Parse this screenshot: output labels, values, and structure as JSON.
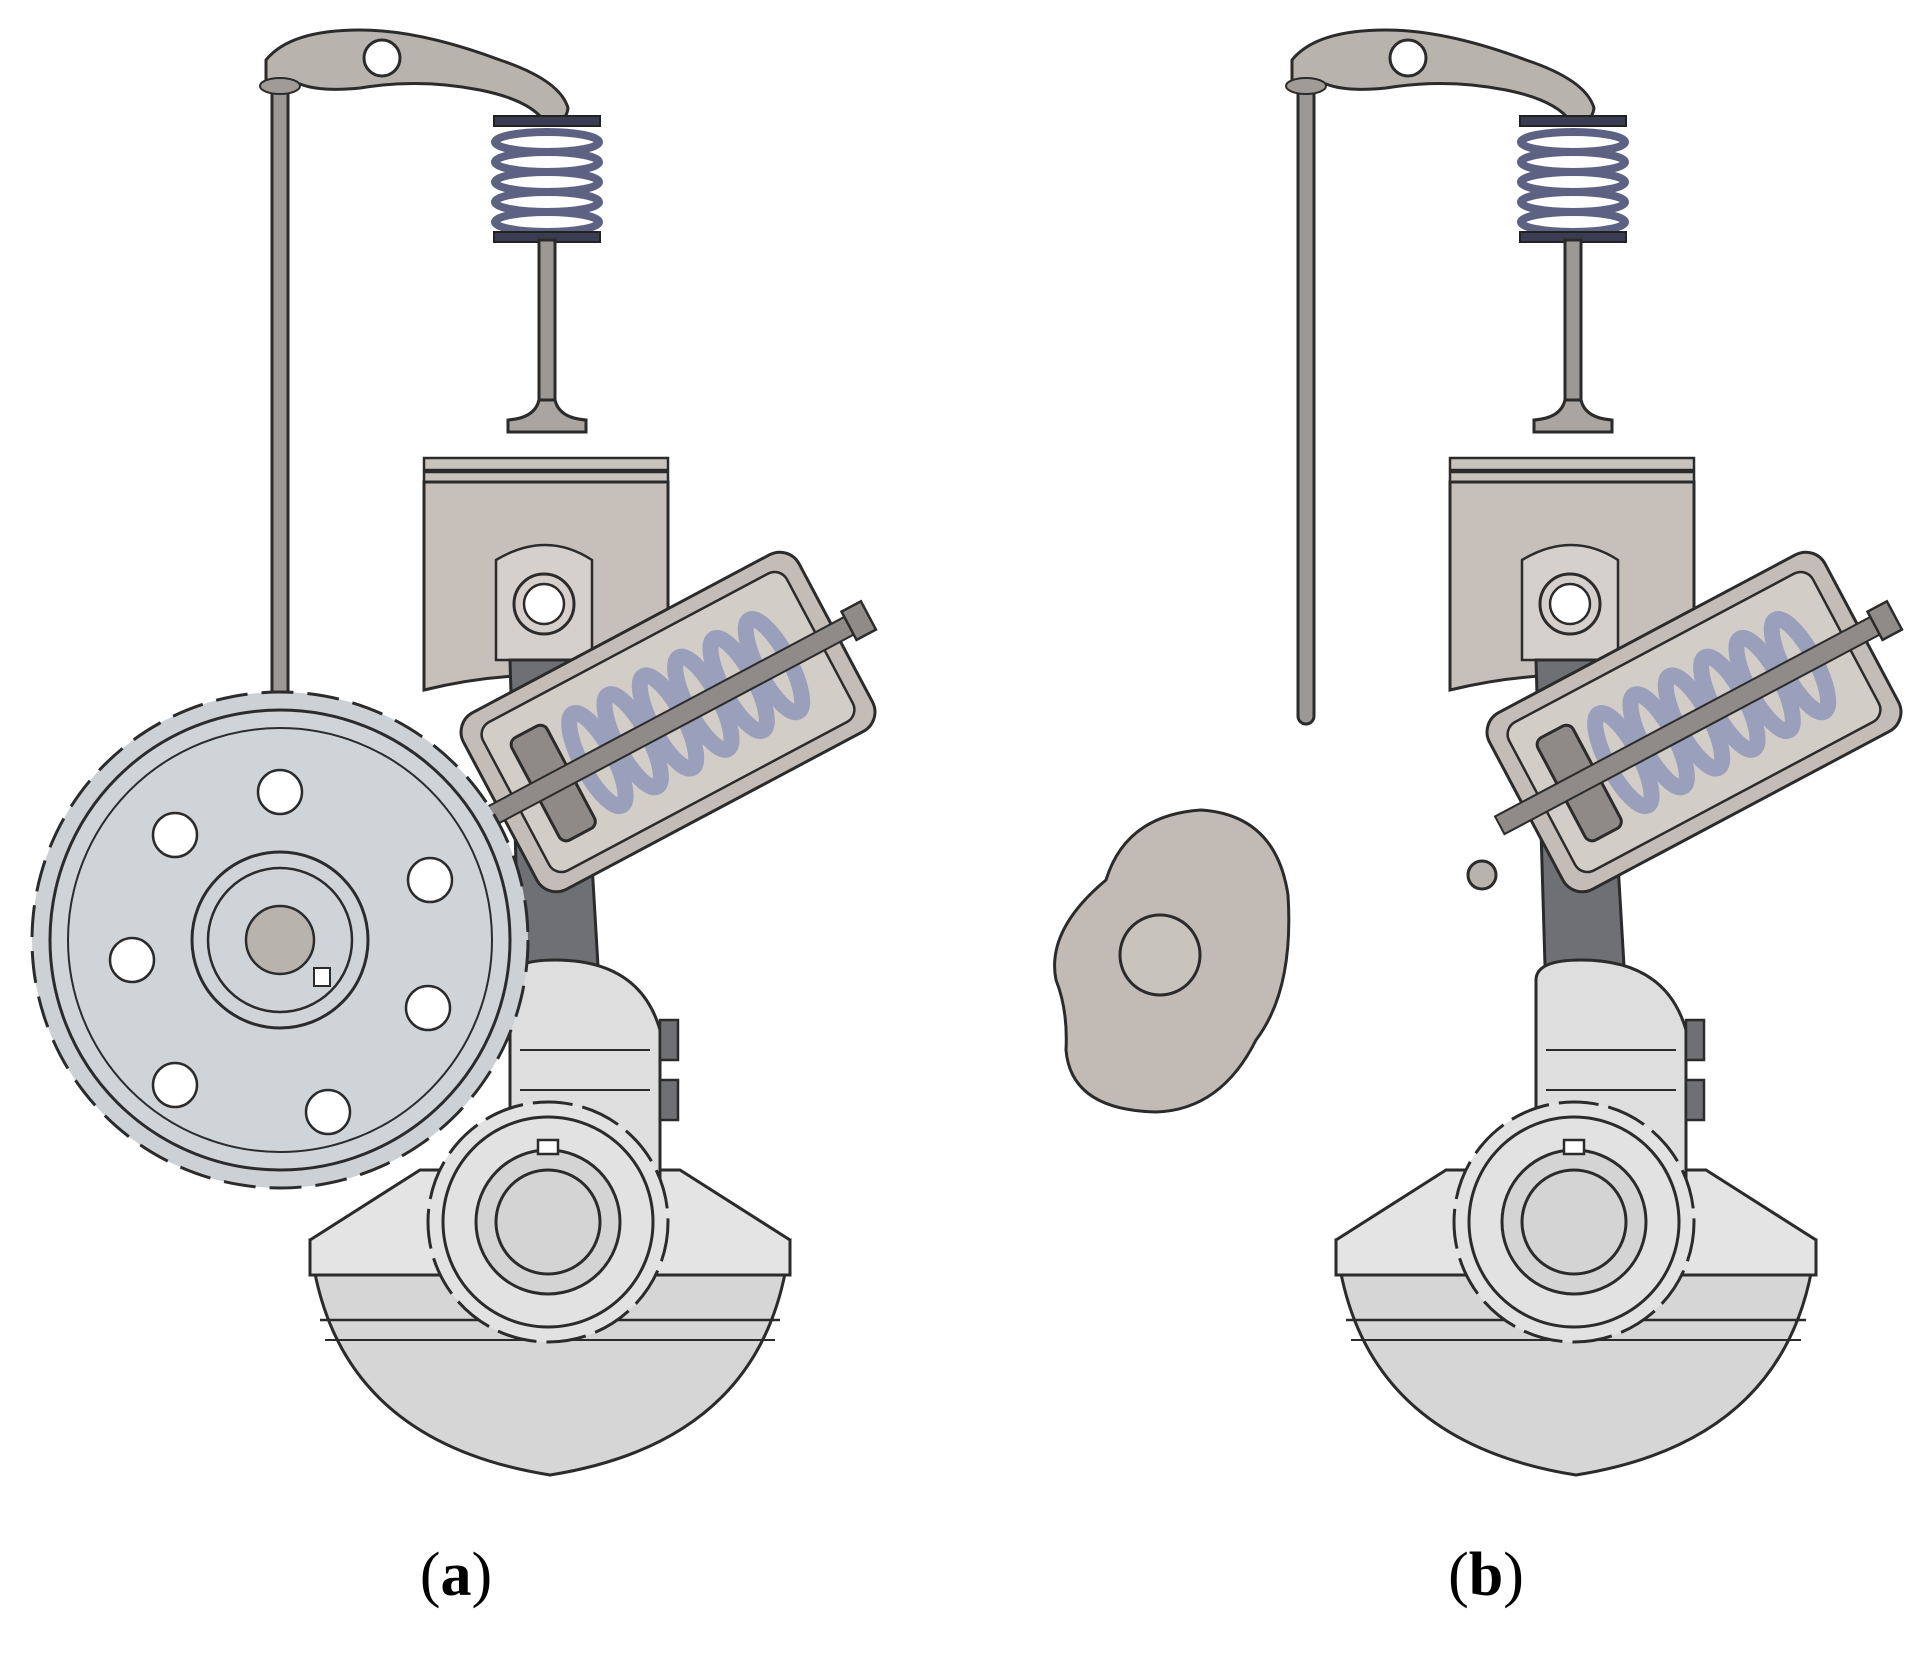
{
  "panels": [
    {
      "id": "a",
      "caption": {
        "open": "(",
        "letter": "a",
        "close": ")"
      },
      "drive_element": "gear"
    },
    {
      "id": "b",
      "caption": {
        "open": "(",
        "letter": "b",
        "close": ")"
      },
      "drive_element": "cam"
    }
  ],
  "colors": {
    "metal": "#c9c3be",
    "metal_dark": "#8f8a86",
    "rod": "#8e8b88",
    "gear": "#cfd4d9",
    "spring": "#aeb3c9",
    "valve_spring": "#6a6f8c",
    "crank": "#d9d9d9",
    "outline": "#2b2b2b"
  }
}
